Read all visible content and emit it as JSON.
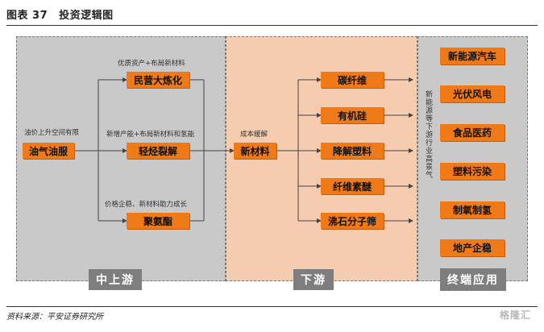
{
  "figure": {
    "number": "图表 37",
    "title": "投资逻辑图"
  },
  "upstream": {
    "source_box": "油气油服",
    "source_note": "油价上升空间有限",
    "branches": [
      {
        "label": "民营大炼化",
        "note": "优质资产+布局新材料"
      },
      {
        "label": "轻烃裂解",
        "note": "新增产能+布局新材料和氢能"
      },
      {
        "label": "聚氨酯",
        "note": "价格企稳、新材料助力成长"
      }
    ],
    "stage_label": "中上游"
  },
  "downstream": {
    "hub_box": "新材料",
    "hub_note": "成本缓解",
    "items": [
      "碳纤维",
      "有机硅",
      "降解塑料",
      "纤维素醚",
      "沸石分子筛"
    ],
    "stage_label": "下游"
  },
  "terminal": {
    "note": "新能源等下游行业高景气",
    "items": [
      "新能源汽车",
      "光伏风电",
      "食品医药",
      "塑料污染",
      "制氧制氢",
      "地产企稳"
    ],
    "stage_label": "终端应用"
  },
  "source_line": "资料来源：平安证券研究所",
  "watermark": "格隆汇",
  "colors": {
    "box_fill": "#f07918",
    "upstream_bg": "#c9c9c9",
    "downstream_bg": "#f5ccb0",
    "stage_fill": "#7e7e7e"
  }
}
